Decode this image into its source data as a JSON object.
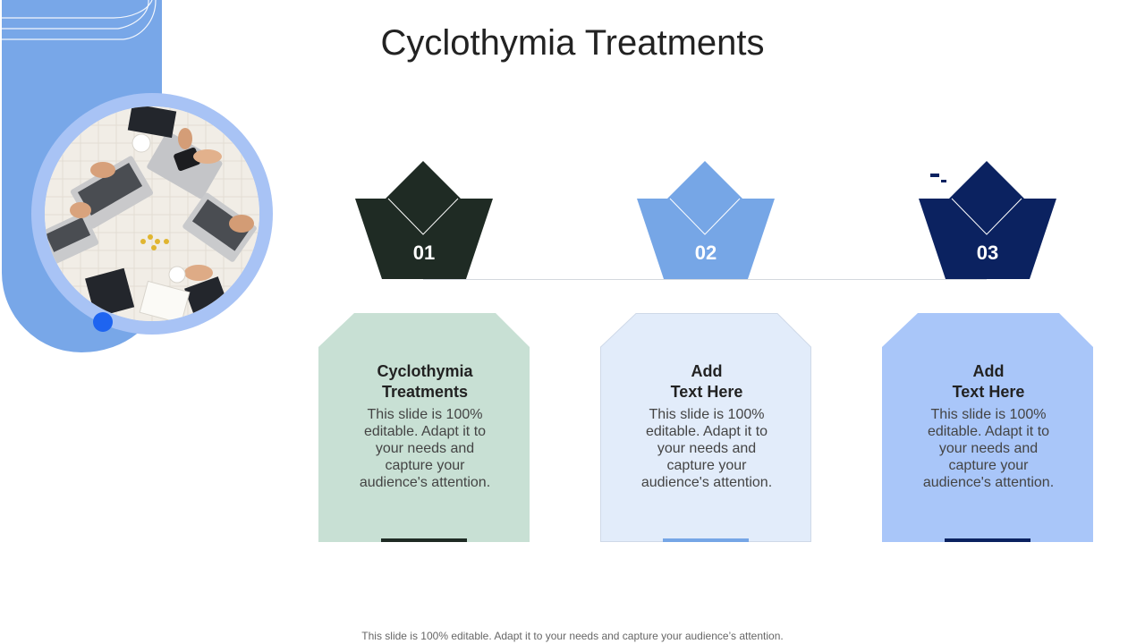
{
  "slide": {
    "title": "Cyclothymia Treatments",
    "footer": "This slide is 100% editable. Adapt it to your needs and capture your audience’s attention."
  },
  "colors": {
    "dark_green": "#1f2b24",
    "light_blue": "#76a6e6",
    "navy": "#0b2260",
    "card_green": "#c8e0d4",
    "card_pale_blue": "#e2ecfa",
    "card_blue": "#a9c6f9",
    "sidebar_blue": "#78a7e8",
    "ring_blue": "#a8c3f5",
    "dot_blue": "#1e64f0"
  },
  "steps": [
    {
      "number": "01",
      "icon": "hand-coin-icon",
      "title_line1": "Cyclothymia",
      "title_line2": "Treatments",
      "text": "This slide is 100% editable. Adapt it to your needs and capture your audience's attention."
    },
    {
      "number": "02",
      "icon": "document-search-icon",
      "title_line1": "Add",
      "title_line2": "Text Here",
      "text": "This slide is 100% editable. Adapt it to your needs and capture your audience's attention."
    },
    {
      "number": "03",
      "icon": "machine-icon",
      "title_line1": "Add",
      "title_line2": "Text Here",
      "text": "This slide is 100% editable. Adapt it to your needs and capture your audience's attention."
    }
  ]
}
